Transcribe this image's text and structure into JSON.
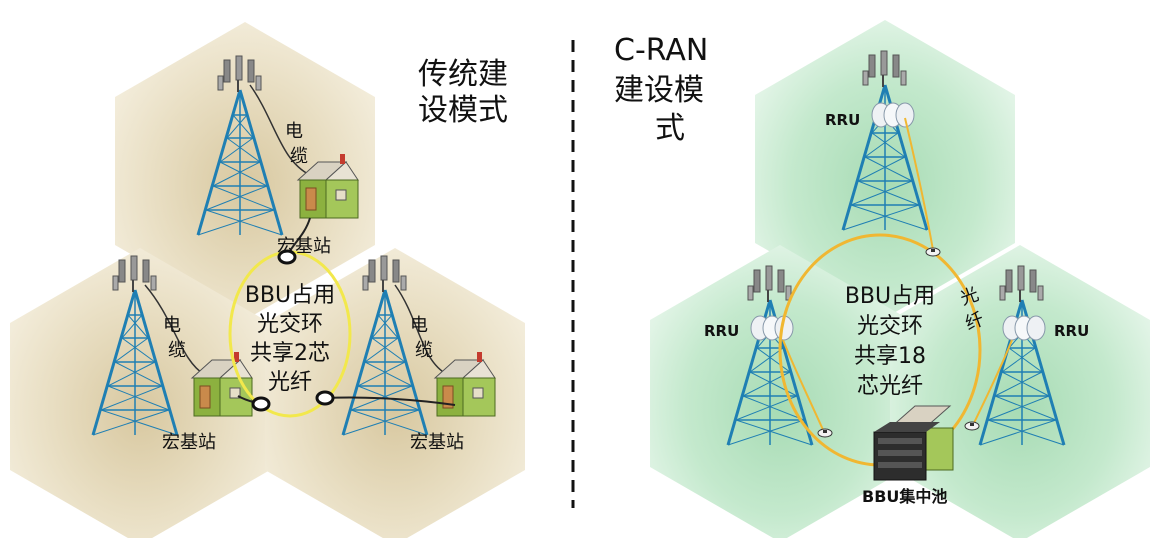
{
  "left_panel": {
    "title_line1": "传统建",
    "title_line2": "设模式",
    "cable_label_chars": [
      "电",
      "缆"
    ],
    "station_label": "宏基站",
    "ring_text": [
      "BBU占用",
      "光交环",
      "共享2芯",
      "光纤"
    ]
  },
  "right_panel": {
    "title_line1": "C-RAN",
    "title_line2": "建设模",
    "title_line3": "式",
    "rru_label": "RRU",
    "ring_text": [
      "BBU占用",
      "光交环",
      "共享18",
      "芯光纤"
    ],
    "fiber_label_chars": [
      "光",
      "纤"
    ],
    "pool_label": "BBU集中池"
  },
  "colors": {
    "left_hex": "#ece2c8",
    "right_hex": "#bfe6c9",
    "ring_yellow": "#f2e84c",
    "ring_orange": "#f0b732",
    "tower_blue": "#1f7fb3"
  }
}
